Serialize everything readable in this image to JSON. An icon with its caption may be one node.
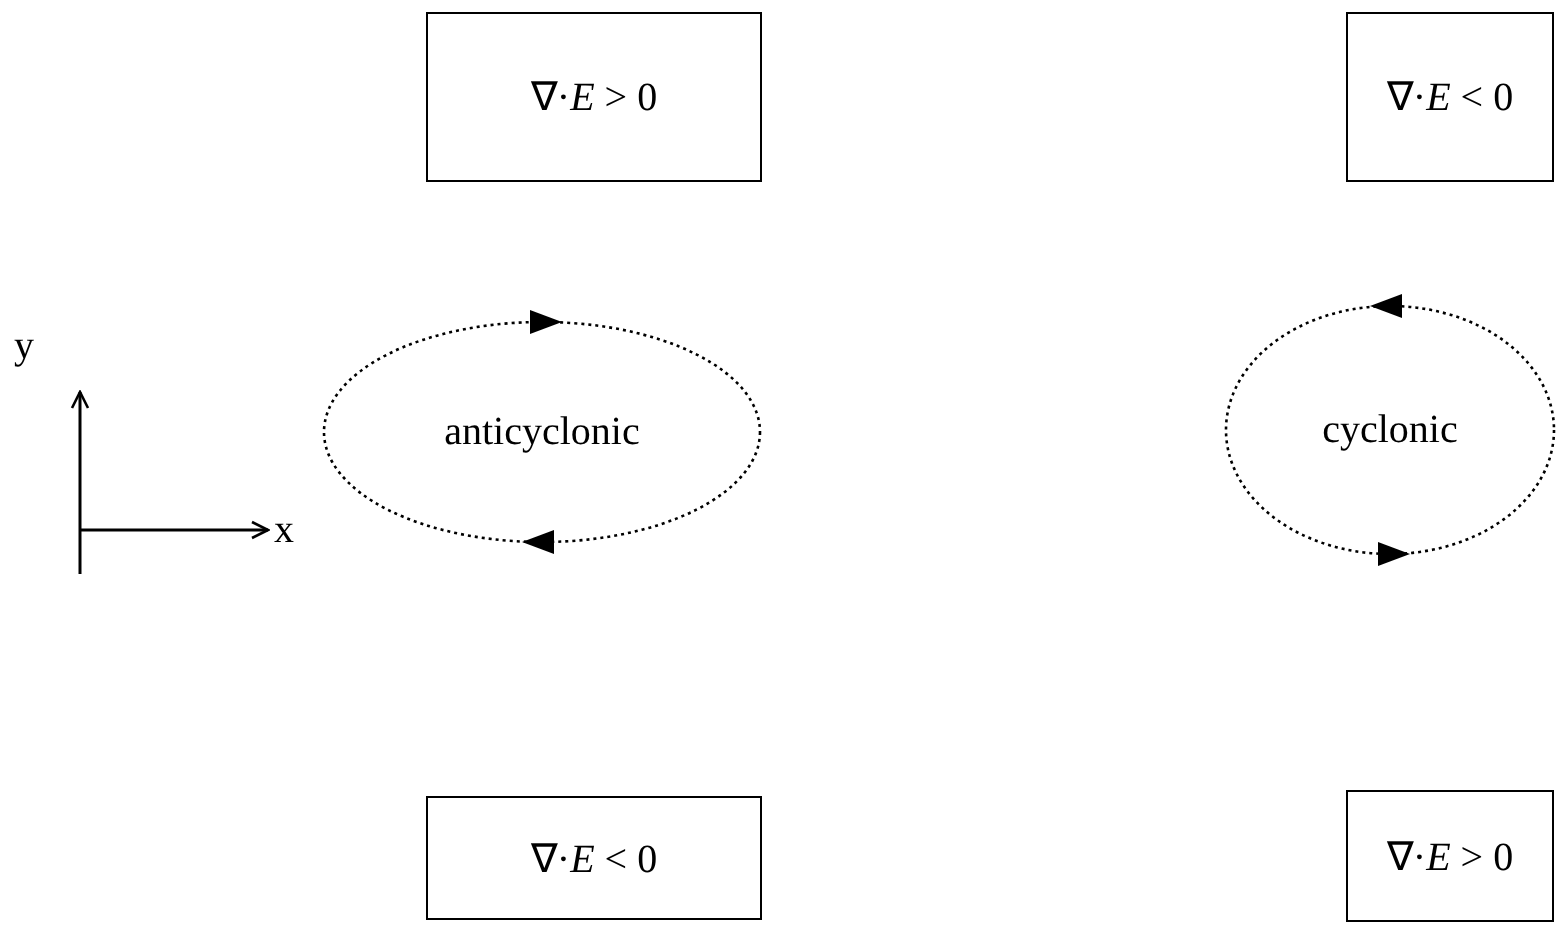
{
  "diagram": {
    "nodes": [
      {
        "text": [
          "∇·*E* > 0"
        ]
      },
      {
        "text": [
          "∇·*E* < 0"
        ]
      },
      {
        "text": [
          "anticyclonic"
        ]
      },
      {
        "text": [
          "cyclonic"
        ]
      },
      {
        "text": [
          "∇·*E* < 0"
        ]
      },
      {
        "text": [
          "∇·*E* > 0"
        ]
      }
    ],
    "edges": [],
    "labels": [
      "y",
      "x"
    ]
  }
}
